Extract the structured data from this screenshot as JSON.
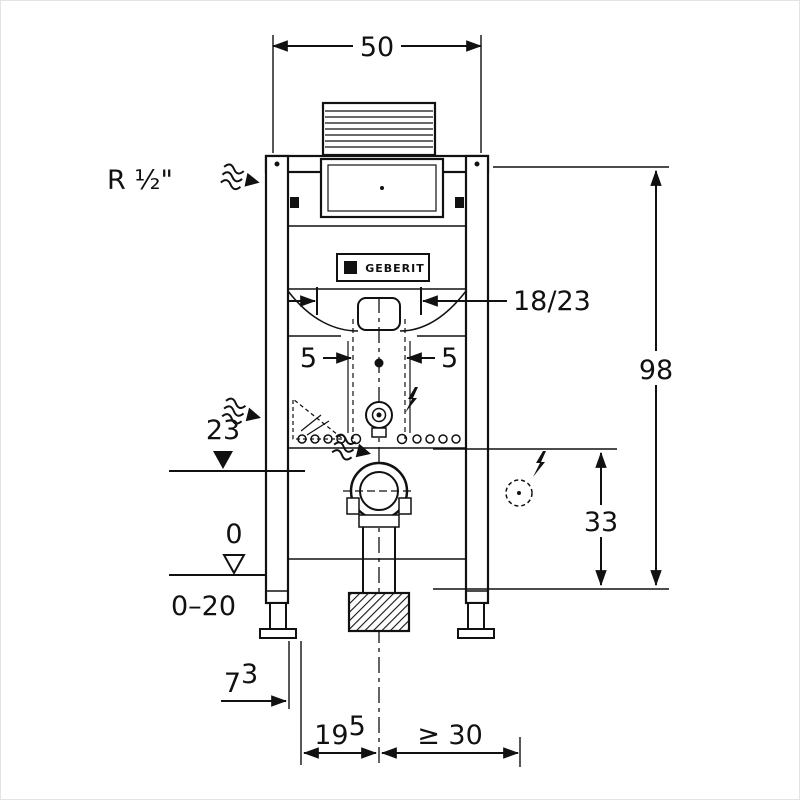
{
  "window": {
    "background": "#ffffff",
    "line_color": "#111111"
  },
  "drawing": {
    "type": "installation-frame-technical-drawing",
    "brand_plate": "GEBERIT",
    "dims": {
      "top_width": "50",
      "supply_connection": "R ½\"",
      "flush_plate": "18/23",
      "left_offset": "5",
      "right_offset": "5",
      "frame_height": "98",
      "outlet_level": "23",
      "connection_height": "33",
      "zero_level": "0",
      "height_adjustment": "0–20",
      "depth_main": "7",
      "depth_sup": "3",
      "outlet_main": "19",
      "outlet_sup": "5",
      "side_min": "≥ 30"
    },
    "icons": {
      "water_flow": "wavy-flow-arrow",
      "electric": "lightning-bolt",
      "level_filled": "filled-triangle-level-marker",
      "level_open": "open-triangle-level-marker"
    }
  }
}
